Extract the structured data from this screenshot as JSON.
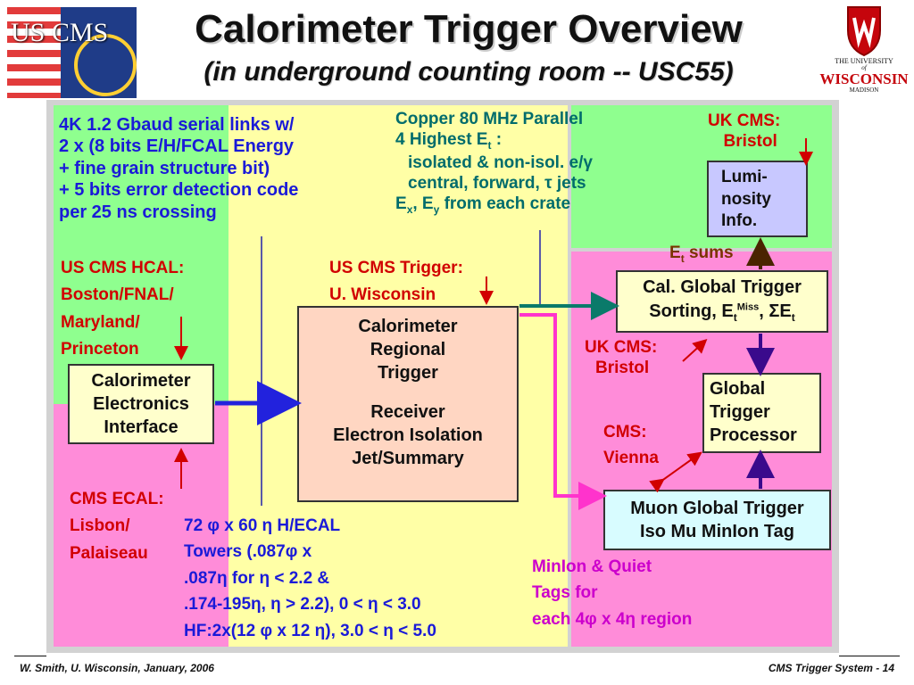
{
  "header": {
    "title": "Calorimeter Trigger Overview",
    "subtitle": "(in underground counting room -- USC55)",
    "logo_left_text": "US CMS",
    "logo_right_line1": "THE UNIVERSITY",
    "logo_right_line2": "of",
    "logo_right_line3": "WISCONSIN",
    "logo_right_line4": "MADISON"
  },
  "serial_links": {
    "line1": "4K 1.2 Gbaud serial links w/",
    "line2": "2 x (8 bits E/H/FCAL Energy",
    "line3": "+ fine grain structure bit)",
    "line4": "+ 5 bits error detection code",
    "line5": "per 25 ns crossing"
  },
  "copper": {
    "line1": "Copper 80 MHz Parallel",
    "line2a": "4 Highest E",
    "line2sub": "t",
    "line2b": " :",
    "line3": "isolated & non-isol. e/γ",
    "line4": "central, forward, τ jets",
    "line5a": "E",
    "line5sub1": "x",
    "line5b": ", E",
    "line5sub2": "y",
    "line5c": " from each crate"
  },
  "uk_cms_top": {
    "line1": "UK CMS:",
    "line2": "Bristol"
  },
  "luminosity_box": {
    "line1": "Lumi-",
    "line2": "nosity",
    "line3": "Info."
  },
  "et_sums": {
    "a": "E",
    "sub": "t",
    "b": " sums"
  },
  "hcal": {
    "line1": "US CMS HCAL:",
    "line2": "Boston/FNAL/",
    "line3": "Maryland/",
    "line4": "Princeton"
  },
  "trigger_label": {
    "line1": "US CMS Trigger:",
    "line2": "U. Wisconsin"
  },
  "cal_global_box": {
    "line1": "Cal. Global Trigger",
    "line2a": "Sorting, E",
    "line2sub": "t",
    "line2sup": "Miss",
    "line2b": ", ΣE",
    "line2sub2": "t"
  },
  "uk_cms_mid": {
    "line1": "UK CMS:",
    "line2": "Bristol"
  },
  "cei_box": {
    "line1": "Calorimeter",
    "line2": "Electronics",
    "line3": "Interface"
  },
  "crt_box": {
    "line1": "Calorimeter",
    "line2": "Regional",
    "line3": "Trigger",
    "line4": "Receiver",
    "line5": "Electron Isolation",
    "line6": "Jet/Summary"
  },
  "gtp_box": {
    "line1": "Global",
    "line2": "Trigger",
    "line3": "Processor"
  },
  "cms_vienna": {
    "line1": "CMS:",
    "line2": "Vienna"
  },
  "ecal": {
    "line1": "CMS ECAL:",
    "line2": "Lisbon/",
    "line3": "Palaiseau"
  },
  "muon_box": {
    "line1": "Muon Global Trigger",
    "line2": "Iso Mu MinIon Tag"
  },
  "towers": {
    "line1": "72 φ x 60 η H/ECAL",
    "line2": "Towers (.087φ x",
    "line3": ".087η for η < 2.2 &",
    "line4": ".174-195η, η > 2.2)",
    "range1": ", 0 < η < 3.0",
    "line5": "HF:2x(12 φ x 12 η)",
    "range2": ", 3.0 < η < 5.0"
  },
  "minion": {
    "line1": "MinIon & Quiet",
    "line2": "Tags for",
    "line3": "each 4φ x 4η region"
  },
  "footer": {
    "left": "W. Smith, U. Wisconsin, January, 2006",
    "right": "CMS Trigger System -  14"
  },
  "colors": {
    "green": "#8fff8f",
    "yellow": "#ffffa6",
    "pink": "#ff8cd9",
    "lavender": "#c8c8ff",
    "cream": "#ffffcc",
    "peach": "#ffd6c2",
    "cyan": "#d8fcff"
  }
}
